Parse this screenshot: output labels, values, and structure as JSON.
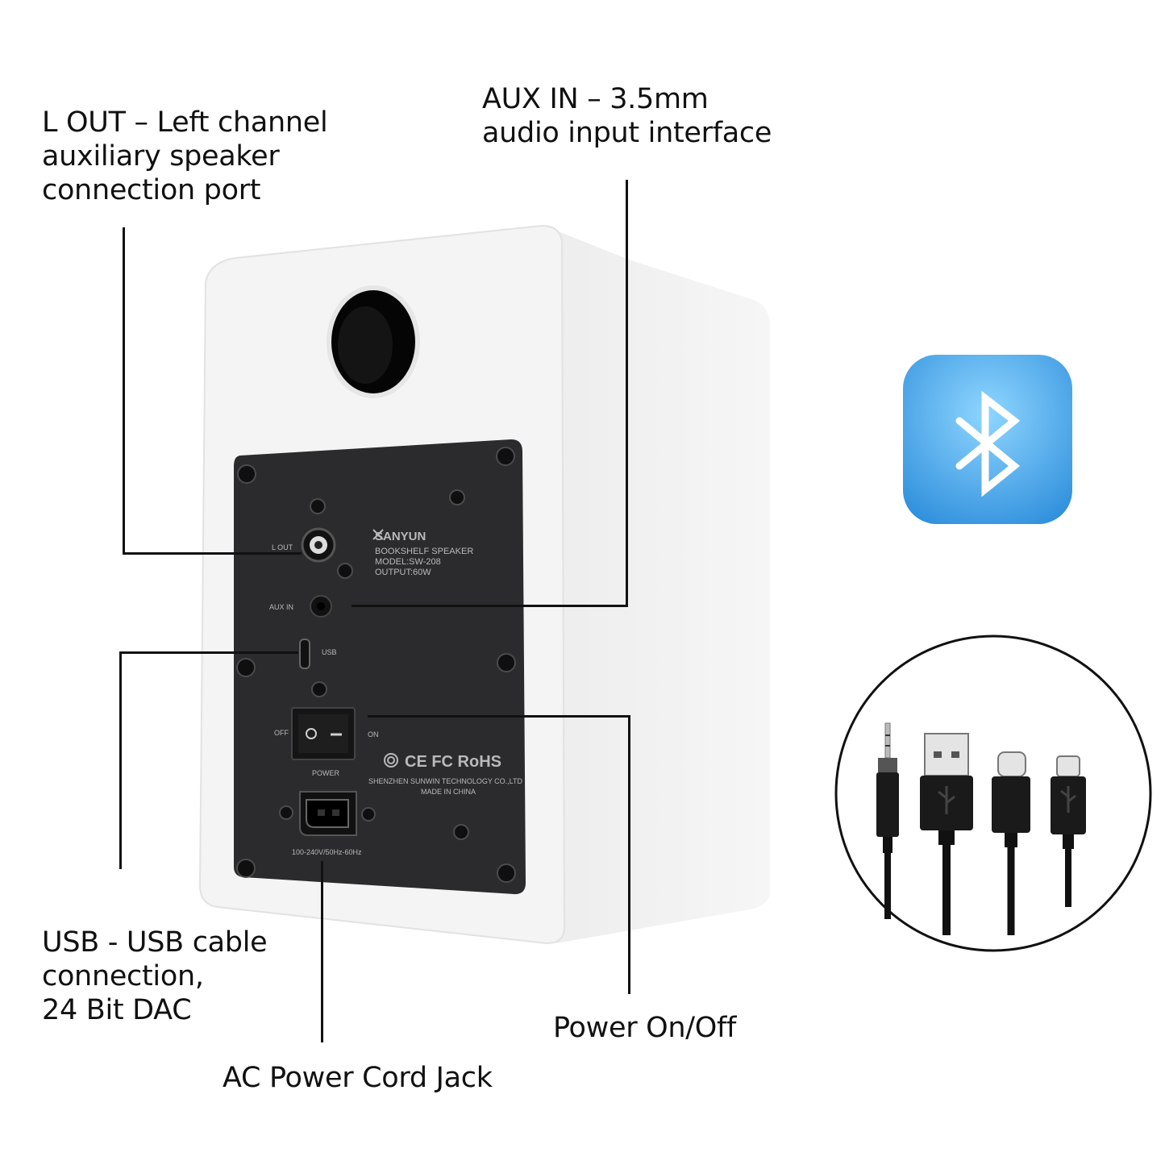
{
  "callouts": {
    "l_out": [
      "L OUT  –  Left channel",
      "auxiliary speaker",
      "connection port"
    ],
    "aux_in": [
      "AUX IN  –  3.5mm",
      "audio input interface"
    ],
    "usb": [
      "USB - USB cable",
      "connection,",
      "24 Bit DAC"
    ],
    "power": [
      "Power On/Off"
    ],
    "ac": [
      "AC Power Cord Jack"
    ]
  },
  "panel": {
    "brand": "SANYUN",
    "product": "BOOKSHELF SPEAKER",
    "model": "MODEL:SW-208",
    "output": "OUTPUT:60W",
    "lout_label": "L OUT",
    "aux_label": "AUX IN",
    "usb_label": "USB",
    "off_label": "OFF",
    "on_label": "ON",
    "power_label": "POWER",
    "cert": "CE FC RoHS",
    "maker": "SHENZHEN SUNWIN TECHNOLOGY CO.,LTD",
    "made_in": "MADE IN CHINA",
    "voltage": "100-240V/50Hz-60Hz"
  },
  "icons": {
    "bluetooth": "bluetooth-icon",
    "cables": [
      "aux-plug-icon",
      "usb-a-plug-icon",
      "usb-c-plug-icon",
      "micro-usb-plug-icon"
    ]
  },
  "colors": {
    "bluetooth_bg": "#4aa8ea",
    "panel": "#2b2b2d",
    "cabinet": "#f3f3f3"
  }
}
